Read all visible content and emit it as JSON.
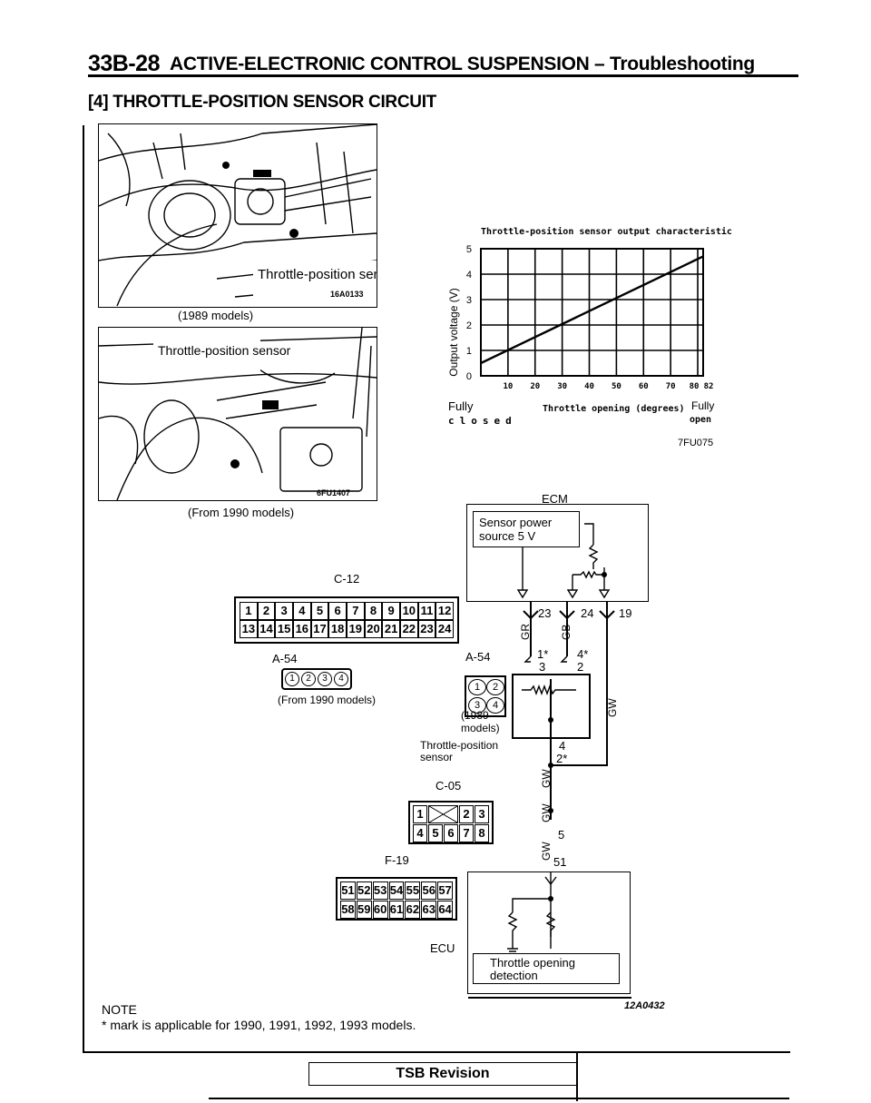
{
  "header": {
    "section_code": "33B-28",
    "title": "ACTIVE-ELECTRONIC CONTROL SUSPENSION  –  Troubleshooting"
  },
  "subtitle": "[4] THROTTLE-POSITION SENSOR CIRCUIT",
  "photos": {
    "top": {
      "callout": "Throttle-position sensor",
      "ref_code": "16A0133",
      "caption": "(1989  models)"
    },
    "bottom": {
      "callout": "Throttle-position sensor",
      "ref_code": "6FU1407",
      "caption": "(From  1990  models)"
    }
  },
  "chart_data": {
    "type": "line",
    "title": "Throttle-position  sensor  output  characteristic",
    "ylabel": "Output voltage (V)",
    "xlabel": "Throttle opening (degrees)",
    "x_left_label": [
      "Fully",
      "closed"
    ],
    "x_right_label": [
      "Fully",
      "open"
    ],
    "y_ticks": [
      "0",
      "1",
      "2",
      "3",
      "4",
      "5"
    ],
    "x_ticks": [
      "10",
      "20",
      "30",
      "40",
      "50",
      "60",
      "70",
      "80",
      "82"
    ],
    "xlim": [
      0,
      82
    ],
    "ylim": [
      0,
      5
    ],
    "grid": true,
    "series": [
      {
        "x": [
          0,
          82
        ],
        "y": [
          0.5,
          4.7
        ]
      }
    ],
    "ref_code": "7FU075"
  },
  "connectors": {
    "c12": {
      "label": "C-12",
      "row1": [
        "1",
        "2",
        "3",
        "4",
        "5",
        "6",
        "7",
        "8",
        "9",
        "10",
        "11",
        "12"
      ],
      "row2": [
        "13",
        "14",
        "15",
        "16",
        "17",
        "18",
        "19",
        "20",
        "21",
        "22",
        "23",
        "24"
      ]
    },
    "a54_left": {
      "label": "A-54",
      "pins": [
        "1",
        "2",
        "3",
        "4"
      ],
      "caption": "(From  1990  models)"
    },
    "a54_right": {
      "label": "A-54",
      "pins": [
        "1",
        "2",
        "3",
        "4"
      ]
    },
    "c05": {
      "label": "C-05",
      "row1": [
        "1",
        "",
        "2",
        "3"
      ],
      "row2": [
        "4",
        "5",
        "6",
        "7",
        "8"
      ]
    },
    "f19": {
      "label": "F-19",
      "row1": [
        "51",
        "52",
        "53",
        "54",
        "55",
        "56",
        "57"
      ],
      "row2": [
        "58",
        "59",
        "60",
        "61",
        "62",
        "63",
        "64"
      ]
    }
  },
  "wiring": {
    "ecm_label": "ECM",
    "sensor_power_label": "Sensor power source 5 V",
    "pin23": "23",
    "pin24": "24",
    "pin19": "19",
    "wire_gr": "GR",
    "wire_gb": "GB",
    "wire_gw": "GW",
    "sensor_pin1": "1*",
    "sensor_pin3": "3",
    "sensor_pin4": "4*",
    "sensor_pin2": "2",
    "sensor_1989_caption": "(1989 models)",
    "sensor_label": "Throttle-position sensor",
    "junction_4": "4",
    "junction_2": "2*",
    "junction_5": "5",
    "junction_51": "51",
    "ecu_label": "ECU",
    "throttle_detect_label": "Throttle opening detection",
    "diagram_ref": "12A0432"
  },
  "note": {
    "heading": "NOTE",
    "text": "* mark is applicable for 1990, 1991, 1992, 1993 models."
  },
  "footer": {
    "label": "TSB Revision"
  }
}
